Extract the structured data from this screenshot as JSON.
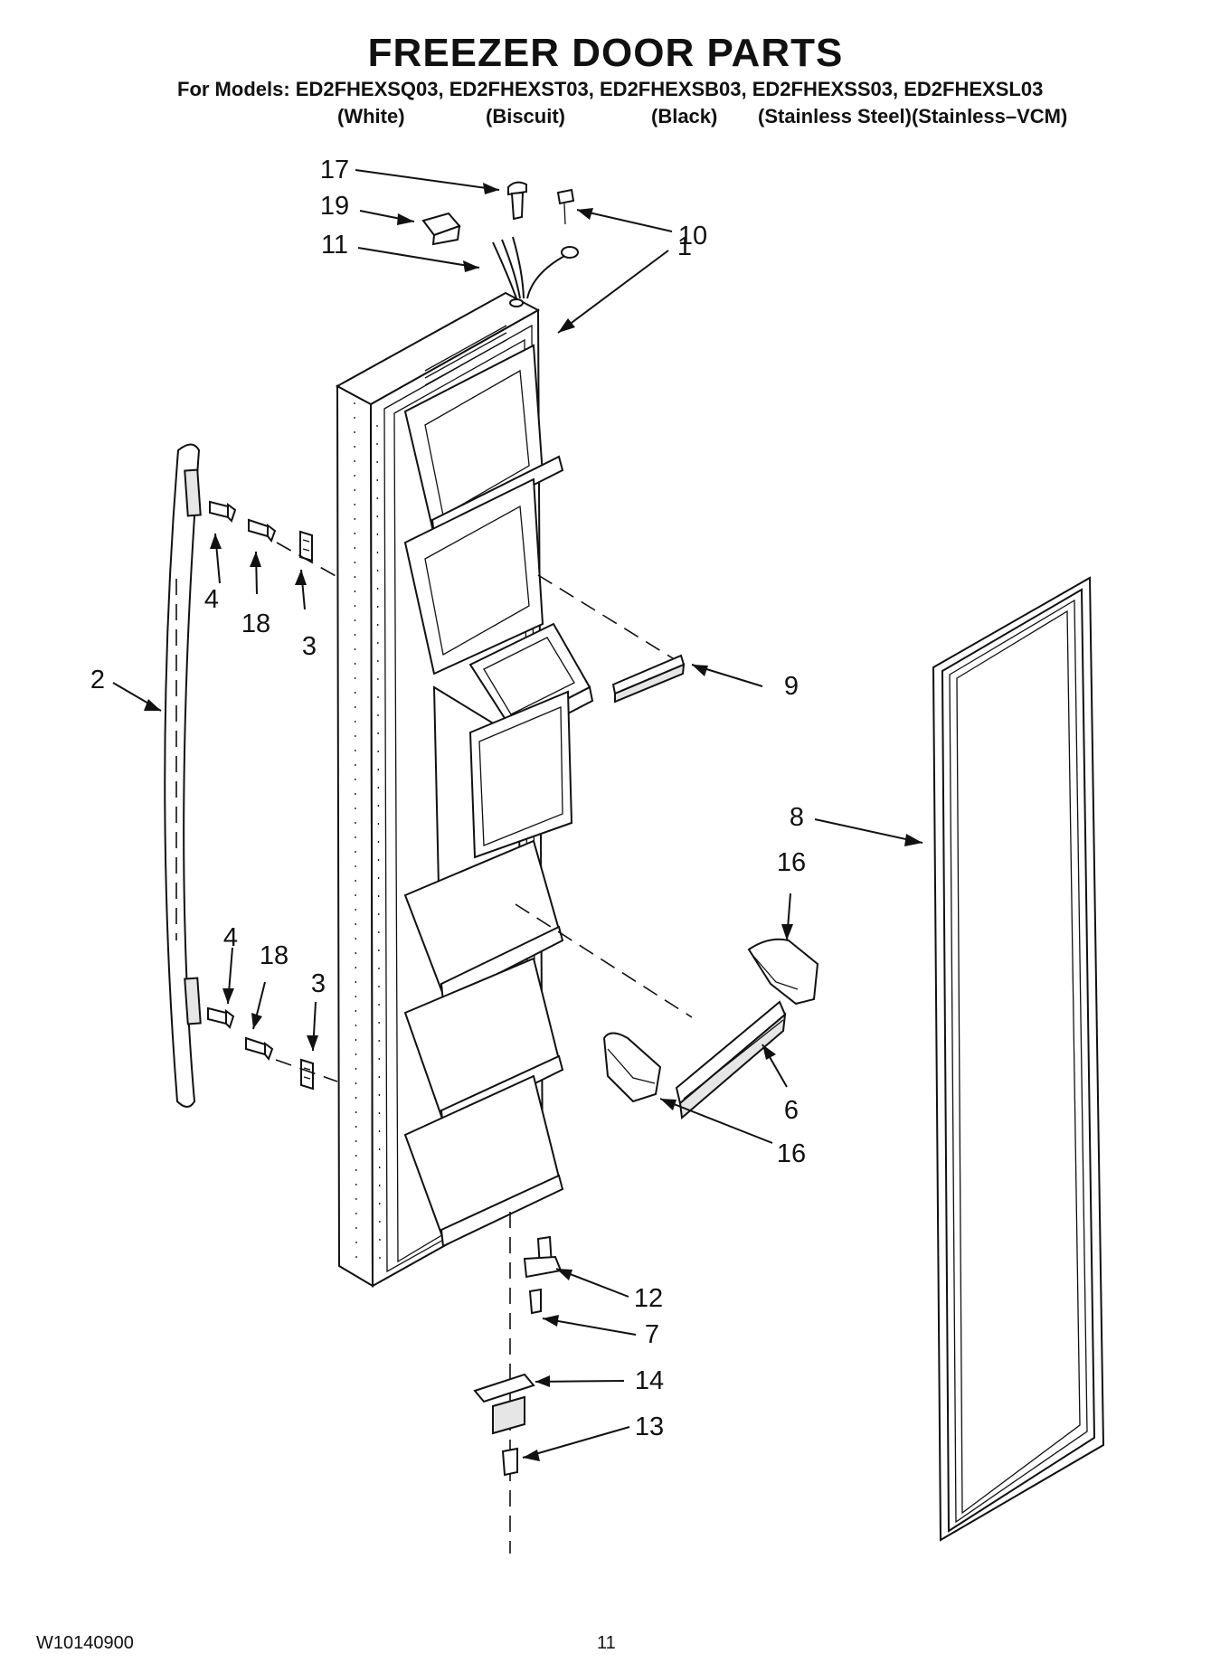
{
  "header": {
    "title": "FREEZER DOOR PARTS",
    "models_line": "For Models: ED2FHEXSQ03, ED2FHEXST03, ED2FHEXSB03, ED2FHEXSS03, ED2FHEXSL03",
    "colors": [
      "(White)",
      "(Biscuit)",
      "(Black)",
      "(Stainless Steel)(Stainless–VCM)"
    ]
  },
  "callouts": [
    "17",
    "19",
    "11",
    "10",
    "1",
    "4",
    "18",
    "3",
    "2",
    "9",
    "8",
    "16",
    "4",
    "18",
    "3",
    "6",
    "16",
    "12",
    "7",
    "14",
    "13"
  ],
  "footer": {
    "doc_number": "W10140900",
    "page_number": "11"
  }
}
